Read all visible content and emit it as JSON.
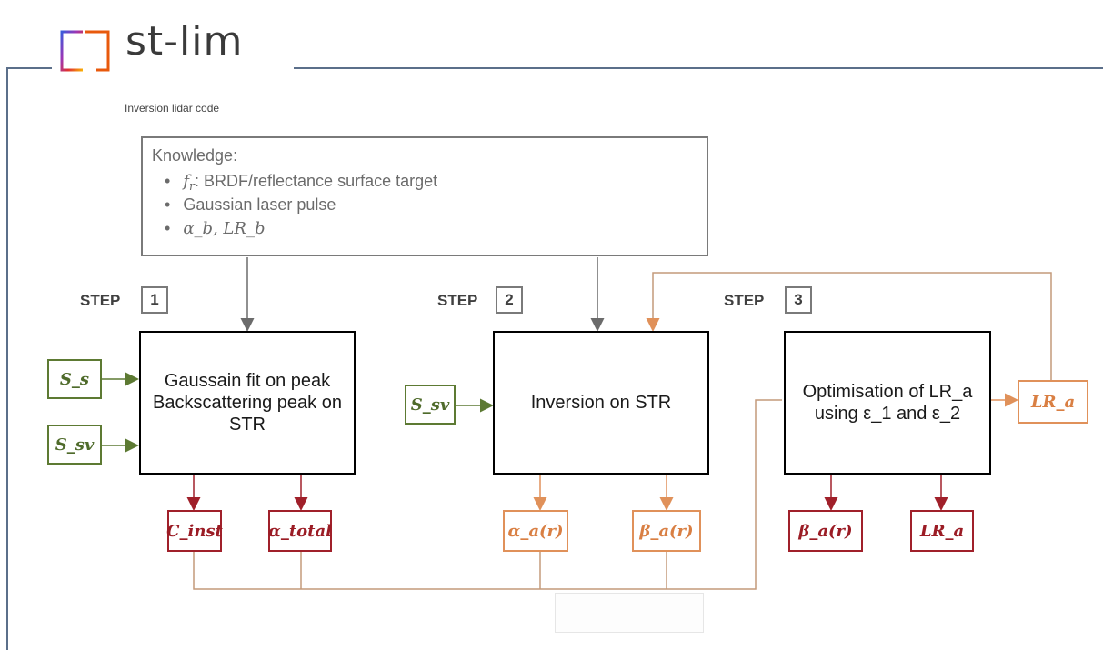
{
  "logo": {
    "title": "st-lim",
    "subtitle": "Inversion lidar code"
  },
  "knowledge": {
    "title": "Knowledge:",
    "items": [
      {
        "symbol": "f",
        "symbol_sub": "r",
        "text": ": BRDF/reflectance surface target"
      },
      {
        "text": "Gaussian laser pulse"
      },
      {
        "text": "α_b, LR_b"
      }
    ]
  },
  "steps": [
    {
      "label": "STEP",
      "number": "1"
    },
    {
      "label": "STEP",
      "number": "2"
    },
    {
      "label": "STEP",
      "number": "3"
    }
  ],
  "processes": {
    "step1": "Gaussain fit on peak Backscattering peak on STR",
    "step2": "Inversion on STR",
    "step3_a": "Optimisation of LR_a",
    "step3_b": "using ε_1 and ε_2"
  },
  "inputs": {
    "s_s": "S_s",
    "s_sv_1": "S_sv",
    "s_sv_2": "S_sv"
  },
  "outputs": {
    "c_inst": "C_inst",
    "alpha_total": "α_total",
    "alpha_a": "α_a(r)",
    "beta_a_orange": "β_a(r)",
    "beta_a_red": "β_a(r)",
    "lr_a_red": "LR_a",
    "lr_a_feedback": "LR_a"
  },
  "colors": {
    "gray_line": "#6b6b6b",
    "green": "#5d7a33",
    "red": "#a0202a",
    "orange": "#e0915a",
    "brown": "#c49a7a",
    "frame_blue": "#5b6f8a"
  }
}
